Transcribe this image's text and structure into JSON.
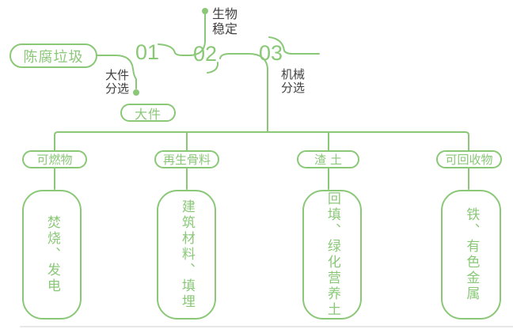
{
  "colors": {
    "accent_green": "#8ac878",
    "label_dark": "#3f3f3f",
    "divider_gray": "#e0e0e0"
  },
  "source_node": {
    "label": "陈腐垃圾"
  },
  "steps": [
    {
      "number": "01",
      "label": "大件\n分选"
    },
    {
      "number": "02",
      "label": "生物\n稳定"
    },
    {
      "number": "03",
      "label": "机械\n分选"
    }
  ],
  "bulky_output": {
    "label": "大件"
  },
  "outputs": [
    {
      "category": "可燃物",
      "detail": "焚烧、发电"
    },
    {
      "category": "再生骨料",
      "detail": "建筑材料、填埋"
    },
    {
      "category": "渣土",
      "detail": "回填、绿化营养土"
    },
    {
      "category": "可回收物",
      "detail": "铁、有色金属"
    }
  ]
}
